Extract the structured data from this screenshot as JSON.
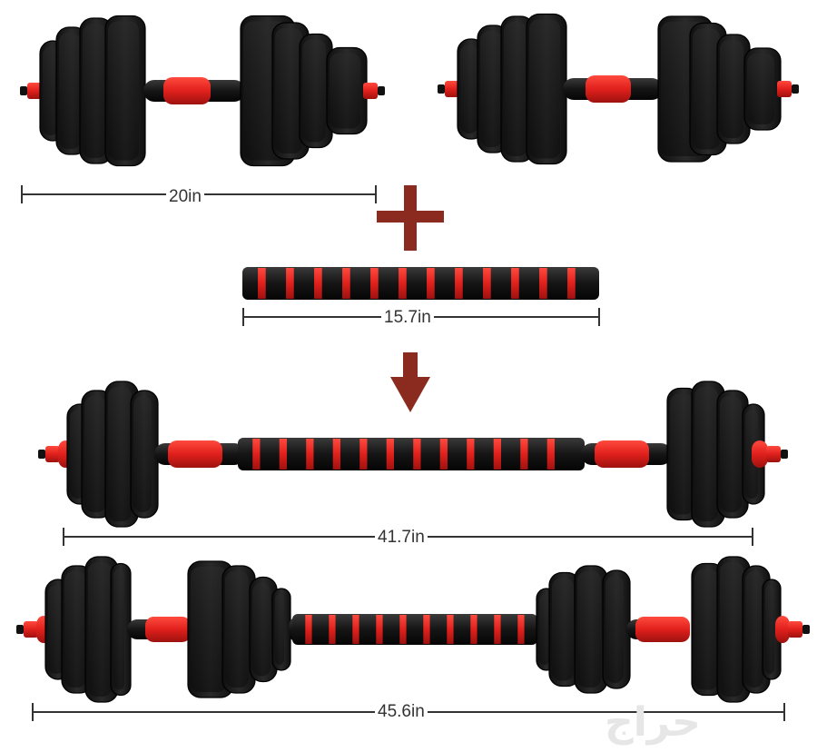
{
  "measurements": {
    "dumbbell_length": "20in",
    "connector_length": "15.7in",
    "barbell_length": "41.7in",
    "extended_barbell_length": "45.6in"
  },
  "symbols": {
    "plus": "plus-icon",
    "arrow": "arrow-down-icon"
  },
  "colors": {
    "plate": "#1c1c1c",
    "accent": "#e0201c",
    "symbol": "#8b2a1f",
    "dimension_line": "#333333"
  },
  "watermark": {
    "text": "حراج"
  }
}
